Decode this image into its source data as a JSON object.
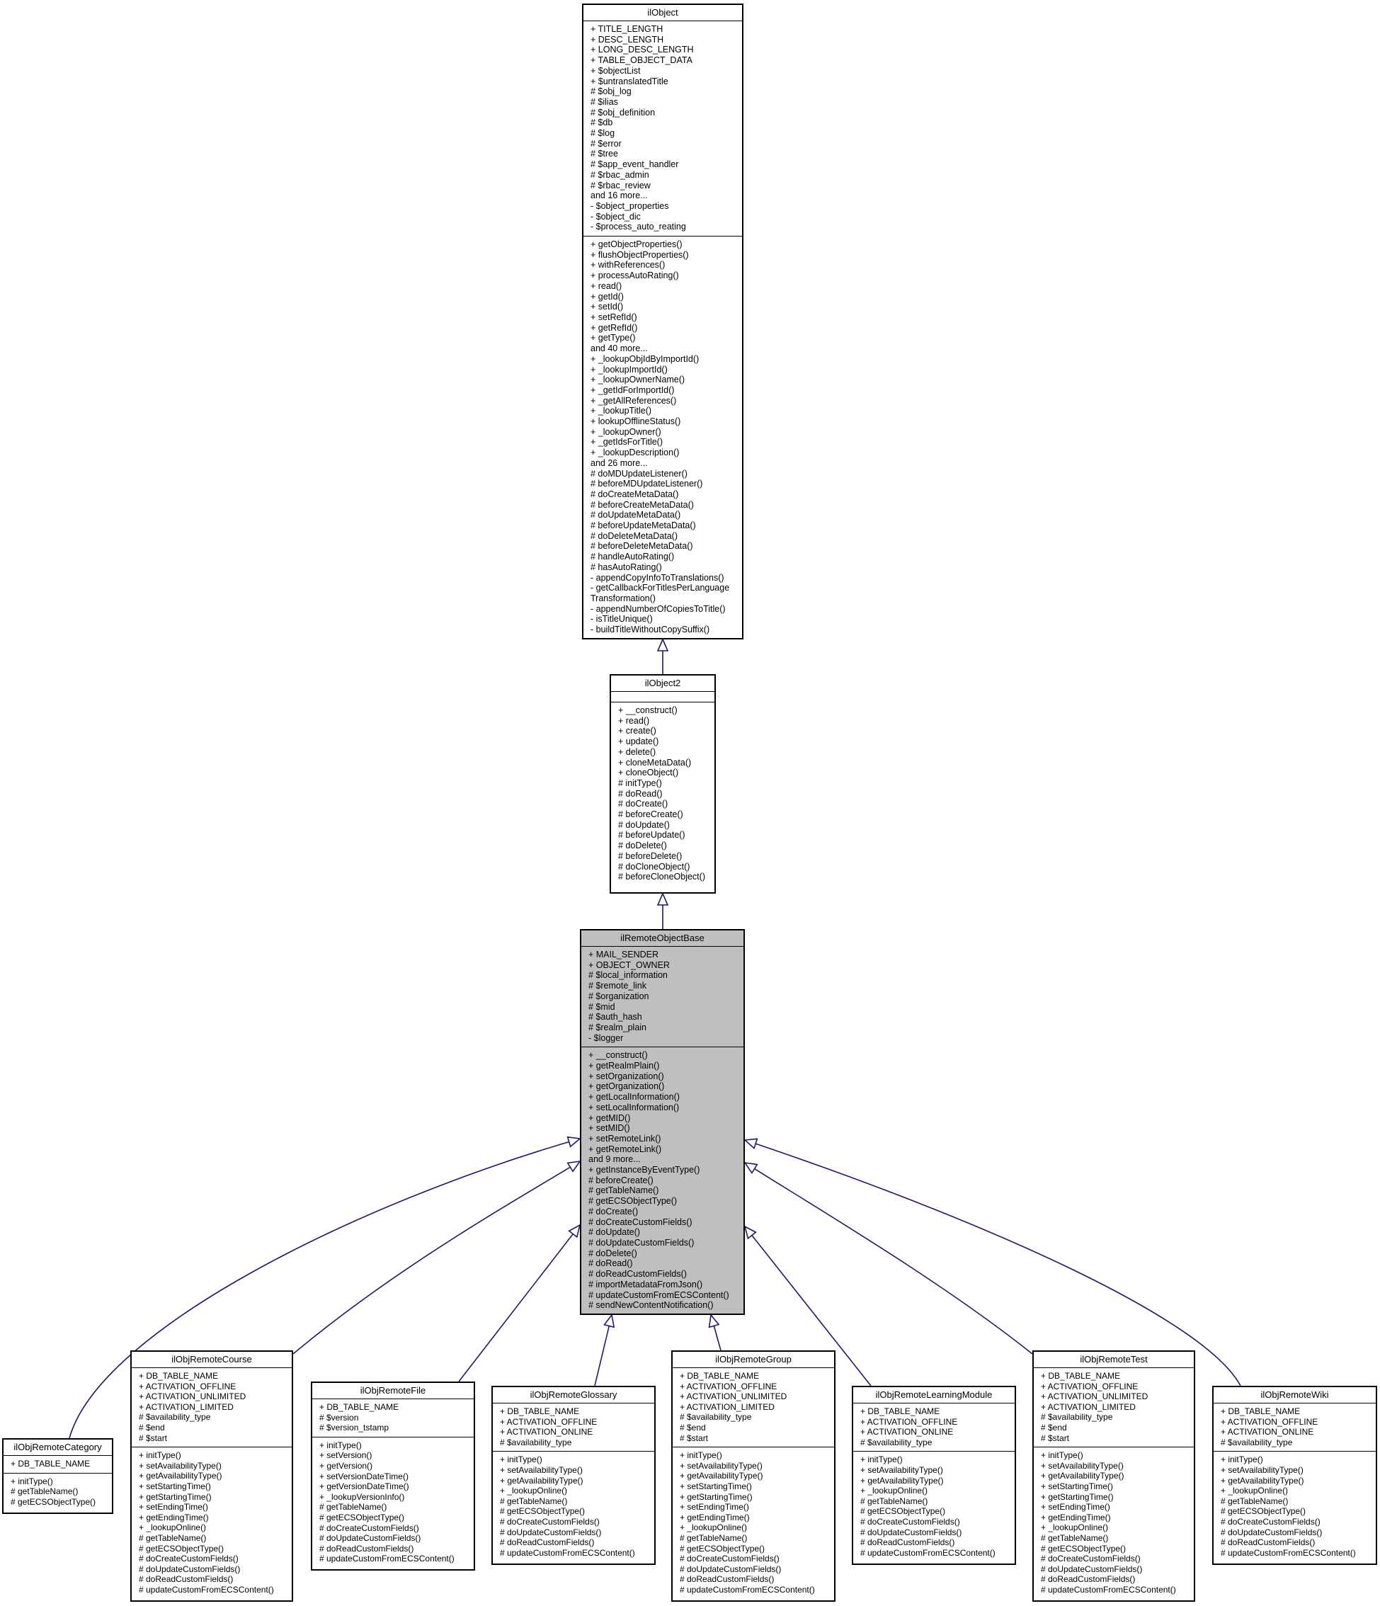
{
  "classes": [
    {
      "id": "ilObject",
      "name": "ilObject",
      "highlight": false,
      "attributes": [
        "+ TITLE_LENGTH",
        "+ DESC_LENGTH",
        "+ LONG_DESC_LENGTH",
        "+ TABLE_OBJECT_DATA",
        "+ $objectList",
        "+ $untranslatedTitle",
        "# $obj_log",
        "# $ilias",
        "# $obj_definition",
        "# $db",
        "# $log",
        "# $error",
        "# $tree",
        "# $app_event_handler",
        "# $rbac_admin",
        "# $rbac_review",
        "and 16 more...",
        "- $object_properties",
        "- $object_dic",
        "- $process_auto_reating"
      ],
      "methods": [
        "+ getObjectProperties()",
        "+ flushObjectProperties()",
        "+ withReferences()",
        "+ processAutoRating()",
        "+ read()",
        "+ getId()",
        "+ setId()",
        "+ setRefId()",
        "+ getRefId()",
        "+ getType()",
        "and 40 more...",
        "+ _lookupObjIdByImportId()",
        "+ _lookupImportId()",
        "+ _lookupOwnerName()",
        "+ _getIdForImportId()",
        "+ _getAllReferences()",
        "+ _lookupTitle()",
        "+ lookupOfflineStatus()",
        "+ _lookupOwner()",
        "+ _getIdsForTitle()",
        "+ _lookupDescription()",
        "and 26 more...",
        "# doMDUpdateListener()",
        "# beforeMDUpdateListener()",
        "# doCreateMetaData()",
        "# beforeCreateMetaData()",
        "# doUpdateMetaData()",
        "# beforeUpdateMetaData()",
        "# doDeleteMetaData()",
        "# beforeDeleteMetaData()",
        "# handleAutoRating()",
        "# hasAutoRating()",
        "- appendCopyInfoToTranslations()",
        "- getCallbackForTitlesPerLanguage",
        "Transformation()",
        "- appendNumberOfCopiesToTitle()",
        "- isTitleUnique()",
        "- buildTitleWithoutCopySuffix()"
      ]
    },
    {
      "id": "ilObject2",
      "name": "ilObject2",
      "highlight": false,
      "attributes": [],
      "methods": [
        "+ __construct()",
        "+ read()",
        "+ create()",
        "+ update()",
        "+ delete()",
        "+ cloneMetaData()",
        "+ cloneObject()",
        "# initType()",
        "# doRead()",
        "# doCreate()",
        "# beforeCreate()",
        "# doUpdate()",
        "# beforeUpdate()",
        "# doDelete()",
        "# beforeDelete()",
        "# doCloneObject()",
        "# beforeCloneObject()"
      ]
    },
    {
      "id": "ilRemoteObjectBase",
      "name": "ilRemoteObjectBase",
      "highlight": true,
      "attributes": [
        "+ MAIL_SENDER",
        "+ OBJECT_OWNER",
        "# $local_information",
        "# $remote_link",
        "# $organization",
        "# $mid",
        "# $auth_hash",
        "# $realm_plain",
        "- $logger"
      ],
      "methods": [
        "+ __construct()",
        "+ getRealmPlain()",
        "+ setOrganization()",
        "+ getOrganization()",
        "+ getLocalInformation()",
        "+ setLocalInformation()",
        "+ getMID()",
        "+ setMID()",
        "+ setRemoteLink()",
        "+ getRemoteLink()",
        "and 9 more...",
        "+ getInstanceByEventType()",
        "# beforeCreate()",
        "# getTableName()",
        "# getECSObjectType()",
        "# doCreate()",
        "# doCreateCustomFields()",
        "# doUpdate()",
        "# doUpdateCustomFields()",
        "# doDelete()",
        "# doRead()",
        "# doReadCustomFields()",
        "# importMetadataFromJson()",
        "# updateCustomFromECSContent()",
        "# sendNewContentNotification()"
      ]
    },
    {
      "id": "ilObjRemoteCategory",
      "name": "ilObjRemoteCategory",
      "highlight": false,
      "attributes": [
        "+ DB_TABLE_NAME"
      ],
      "methods": [
        "+ initType()",
        "# getTableName()",
        "# getECSObjectType()"
      ]
    },
    {
      "id": "ilObjRemoteCourse",
      "name": "ilObjRemoteCourse",
      "highlight": false,
      "attributes": [
        "+ DB_TABLE_NAME",
        "+ ACTIVATION_OFFLINE",
        "+ ACTIVATION_UNLIMITED",
        "+ ACTIVATION_LIMITED",
        "# $availability_type",
        "# $end",
        "# $start"
      ],
      "methods": [
        "+ initType()",
        "+ setAvailabilityType()",
        "+ getAvailabilityType()",
        "+ setStartingTime()",
        "+ getStartingTime()",
        "+ setEndingTime()",
        "+ getEndingTime()",
        "+ _lookupOnline()",
        "# getTableName()",
        "# getECSObjectType()",
        "# doCreateCustomFields()",
        "# doUpdateCustomFields()",
        "# doReadCustomFields()",
        "# updateCustomFromECSContent()"
      ]
    },
    {
      "id": "ilObjRemoteFile",
      "name": "ilObjRemoteFile",
      "highlight": false,
      "attributes": [
        "+ DB_TABLE_NAME",
        "# $version",
        "# $version_tstamp"
      ],
      "methods": [
        "+ initType()",
        "+ setVersion()",
        "+ getVersion()",
        "+ setVersionDateTime()",
        "+ getVersionDateTime()",
        "+ _lookupVersionInfo()",
        "# getTableName()",
        "# getECSObjectType()",
        "# doCreateCustomFields()",
        "# doUpdateCustomFields()",
        "# doReadCustomFields()",
        "# updateCustomFromECSContent()"
      ]
    },
    {
      "id": "ilObjRemoteGlossary",
      "name": "ilObjRemoteGlossary",
      "highlight": false,
      "attributes": [
        "+ DB_TABLE_NAME",
        "+ ACTIVATION_OFFLINE",
        "+ ACTIVATION_ONLINE",
        "# $availability_type"
      ],
      "methods": [
        "+ initType()",
        "+ setAvailabilityType()",
        "+ getAvailabilityType()",
        "+ _lookupOnline()",
        "# getTableName()",
        "# getECSObjectType()",
        "# doCreateCustomFields()",
        "# doUpdateCustomFields()",
        "# doReadCustomFields()",
        "# updateCustomFromECSContent()"
      ]
    },
    {
      "id": "ilObjRemoteGroup",
      "name": "ilObjRemoteGroup",
      "highlight": false,
      "attributes": [
        "+ DB_TABLE_NAME",
        "+ ACTIVATION_OFFLINE",
        "+ ACTIVATION_UNLIMITED",
        "+ ACTIVATION_LIMITED",
        "# $availability_type",
        "# $end",
        "# $start"
      ],
      "methods": [
        "+ initType()",
        "+ setAvailabilityType()",
        "+ getAvailabilityType()",
        "+ setStartingTime()",
        "+ getStartingTime()",
        "+ setEndingTime()",
        "+ getEndingTime()",
        "+ _lookupOnline()",
        "# getTableName()",
        "# getECSObjectType()",
        "# doCreateCustomFields()",
        "# doUpdateCustomFields()",
        "# doReadCustomFields()",
        "# updateCustomFromECSContent()"
      ]
    },
    {
      "id": "ilObjRemoteLearningModule",
      "name": "ilObjRemoteLearningModule",
      "highlight": false,
      "attributes": [
        "+ DB_TABLE_NAME",
        "+ ACTIVATION_OFFLINE",
        "+ ACTIVATION_ONLINE",
        "# $availability_type"
      ],
      "methods": [
        "+ initType()",
        "+ setAvailabilityType()",
        "+ getAvailabilityType()",
        "+ _lookupOnline()",
        "# getTableName()",
        "# getECSObjectType()",
        "# doCreateCustomFields()",
        "# doUpdateCustomFields()",
        "# doReadCustomFields()",
        "# updateCustomFromECSContent()"
      ]
    },
    {
      "id": "ilObjRemoteTest",
      "name": "ilObjRemoteTest",
      "highlight": false,
      "attributes": [
        "+ DB_TABLE_NAME",
        "+ ACTIVATION_OFFLINE",
        "+ ACTIVATION_UNLIMITED",
        "+ ACTIVATION_LIMITED",
        "# $availability_type",
        "# $end",
        "# $start"
      ],
      "methods": [
        "+ initType()",
        "+ setAvailabilityType()",
        "+ getAvailabilityType()",
        "+ setStartingTime()",
        "+ getStartingTime()",
        "+ setEndingTime()",
        "+ getEndingTime()",
        "+ _lookupOnline()",
        "# getTableName()",
        "# getECSObjectType()",
        "# doCreateCustomFields()",
        "# doUpdateCustomFields()",
        "# doReadCustomFields()",
        "# updateCustomFromECSContent()"
      ]
    },
    {
      "id": "ilObjRemoteWiki",
      "name": "ilObjRemoteWiki",
      "highlight": false,
      "attributes": [
        "+ DB_TABLE_NAME",
        "+ ACTIVATION_OFFLINE",
        "+ ACTIVATION_ONLINE",
        "# $availability_type"
      ],
      "methods": [
        "+ initType()",
        "+ setAvailabilityType()",
        "+ getAvailabilityType()",
        "+ _lookupOnline()",
        "# getTableName()",
        "# getECSObjectType()",
        "# doCreateCustomFields()",
        "# doUpdateCustomFields()",
        "# doReadCustomFields()",
        "# updateCustomFromECSContent()"
      ]
    }
  ],
  "relations": [
    {
      "from": "ilObject2",
      "to": "ilObject",
      "kind": "inheritance"
    },
    {
      "from": "ilRemoteObjectBase",
      "to": "ilObject2",
      "kind": "inheritance"
    },
    {
      "from": "ilObjRemoteCategory",
      "to": "ilRemoteObjectBase",
      "kind": "inheritance"
    },
    {
      "from": "ilObjRemoteCourse",
      "to": "ilRemoteObjectBase",
      "kind": "inheritance"
    },
    {
      "from": "ilObjRemoteFile",
      "to": "ilRemoteObjectBase",
      "kind": "inheritance"
    },
    {
      "from": "ilObjRemoteGlossary",
      "to": "ilRemoteObjectBase",
      "kind": "inheritance"
    },
    {
      "from": "ilObjRemoteGroup",
      "to": "ilRemoteObjectBase",
      "kind": "inheritance"
    },
    {
      "from": "ilObjRemoteLearningModule",
      "to": "ilRemoteObjectBase",
      "kind": "inheritance"
    },
    {
      "from": "ilObjRemoteTest",
      "to": "ilRemoteObjectBase",
      "kind": "inheritance"
    },
    {
      "from": "ilObjRemoteWiki",
      "to": "ilRemoteObjectBase",
      "kind": "inheritance"
    }
  ],
  "colors": {
    "edge": "#191970",
    "highlight_fill": "#bfbfbf",
    "box_border": "#000000",
    "background": "#ffffff"
  }
}
